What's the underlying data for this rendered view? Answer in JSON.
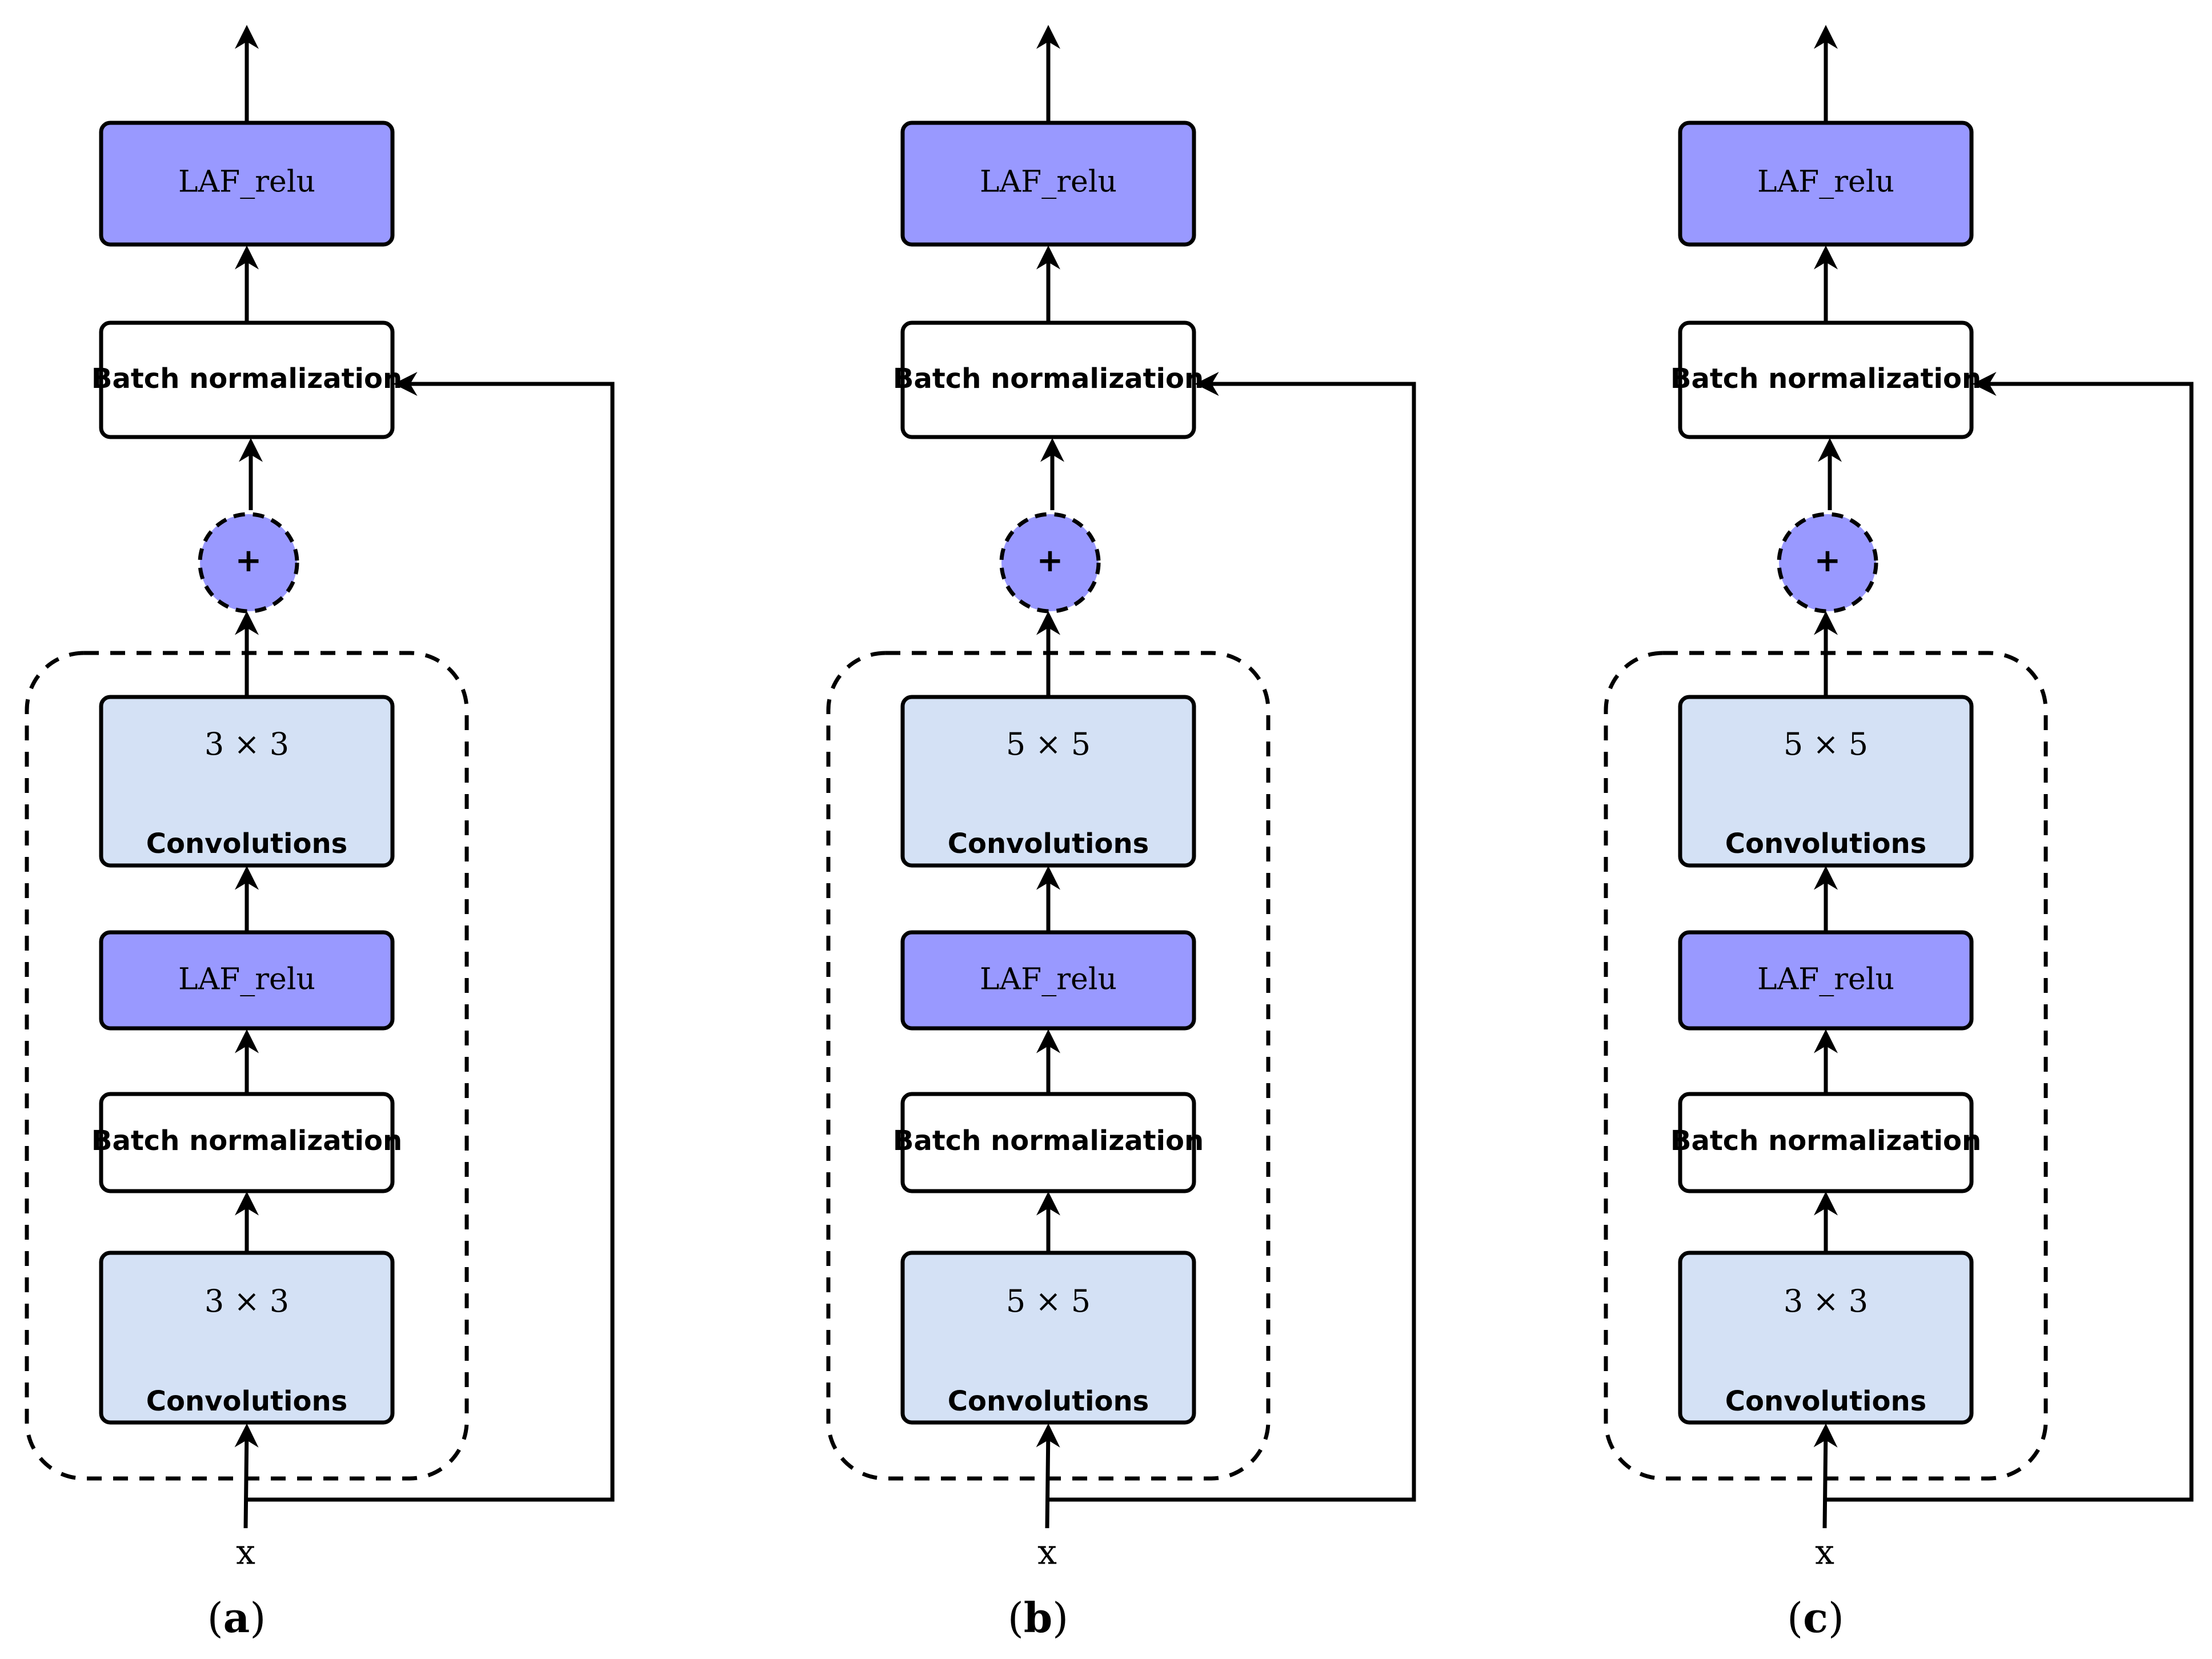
{
  "panels": [
    {
      "id": "a",
      "label_open": "(",
      "label_letter": "a",
      "label_close": ")",
      "top_block": "LAF_relu",
      "post_norm": "Batch normalization",
      "add_symbol": "+",
      "conv_upper_kernel": "3 × 3",
      "conv_upper_label": "Convolutions",
      "mid_activation": "LAF_relu",
      "inner_norm": "Batch normalization",
      "conv_lower_kernel": "3 × 3",
      "conv_lower_label": "Convolutions",
      "input": "x"
    },
    {
      "id": "b",
      "label_open": "(",
      "label_letter": "b",
      "label_close": ")",
      "top_block": "LAF_relu",
      "post_norm": "Batch normalization",
      "add_symbol": "+",
      "conv_upper_kernel": "5 × 5",
      "conv_upper_label": "Convolutions",
      "mid_activation": "LAF_relu",
      "inner_norm": "Batch normalization",
      "conv_lower_kernel": "5 × 5",
      "conv_lower_label": "Convolutions",
      "input": "x"
    },
    {
      "id": "c",
      "label_open": "(",
      "label_letter": "c",
      "label_close": ")",
      "top_block": "LAF_relu",
      "post_norm": "Batch normalization",
      "add_symbol": "+",
      "conv_upper_kernel": "5 × 5",
      "conv_upper_label": "Convolutions",
      "mid_activation": "LAF_relu",
      "inner_norm": "Batch normalization",
      "conv_lower_kernel": "3 × 3",
      "conv_lower_label": "Convolutions",
      "input": "x"
    }
  ],
  "colors": {
    "activation_fill": "#9999ff",
    "conv_fill": "#d4e1f5",
    "norm_fill": "#ffffff",
    "add_fill": "#9999ff",
    "stroke": "#000000"
  }
}
